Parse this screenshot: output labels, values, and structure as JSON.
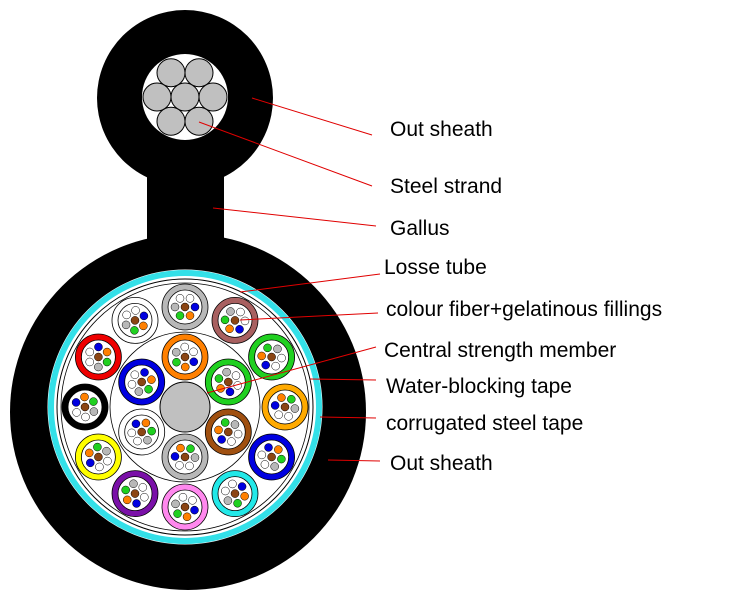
{
  "labels": {
    "out_sheath_top": "Out sheath",
    "steel_strand": "Steel strand",
    "gallus": "Gallus",
    "loose_tube": "Losse tube",
    "fiber_fillings": "colour fiber+gelatinous fillings",
    "central_member": "Central strength member",
    "water_blocking": "Water-blocking tape",
    "steel_tape": "corrugated steel tape",
    "out_sheath_bottom": "Out sheath"
  },
  "colors": {
    "sheath": "#000000",
    "strand": "#c0c0c0",
    "tape": "#33e0e8",
    "leader": "#e00000",
    "outer_tubes": [
      "#b8b8b8",
      "#a86060",
      "#20d020",
      "#ffaa00",
      "#0000e0",
      "#22e8e8",
      "#ff88ee",
      "#7a10a8",
      "#ffff00",
      "#000000",
      "#ee0000",
      "#ffffff"
    ],
    "inner_tubes": [
      "#ff8000",
      "#20d020",
      "#a05010",
      "#b8b8b8",
      "#ffffff",
      "#0000e0"
    ],
    "fibers": [
      "#0000e0",
      "#ff8000",
      "#20d020",
      "#b8b8b8",
      "#ffffff",
      "#ffffff"
    ],
    "fiber_center": "#8b4513"
  }
}
